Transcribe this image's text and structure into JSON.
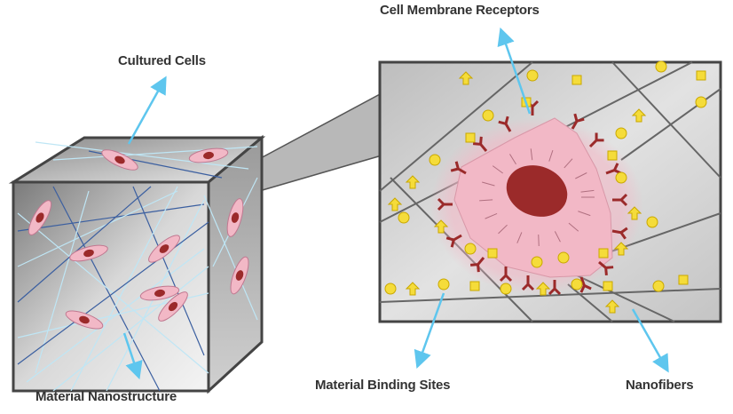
{
  "labels": {
    "cultured_cells": "Cultured Cells",
    "cell_membrane_receptors": "Cell Membrane Receptors",
    "material_nanostructure": "Material Nanostructure",
    "material_binding_sites": "Material Binding Sites",
    "nanofibers": "Nanofibers"
  },
  "colors": {
    "arrow": "#5ec6ee",
    "cell": "#f2b8c6",
    "nucleus": "#9b2a2a",
    "receptor": "#9b2a2a",
    "binding_site": "#f5dc3a",
    "fiber": "#6f6f6f"
  }
}
